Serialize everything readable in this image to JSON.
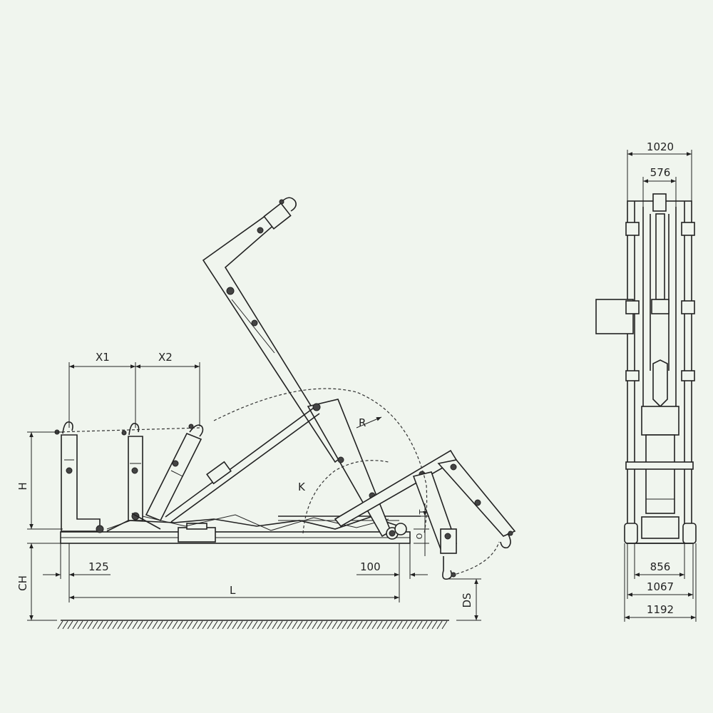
{
  "side_view": {
    "labels": {
      "x1": "X1",
      "x2": "X2",
      "h": "H",
      "ch": "CH",
      "l": "L",
      "ds": "DS",
      "k": "K",
      "r": "R",
      "t": "T",
      "o": "O",
      "d125": "125",
      "d100": "100"
    }
  },
  "end_view": {
    "labels": {
      "d1020": "1020",
      "d576": "576",
      "d856": "856",
      "d1067": "1067",
      "d1192": "1192"
    }
  }
}
